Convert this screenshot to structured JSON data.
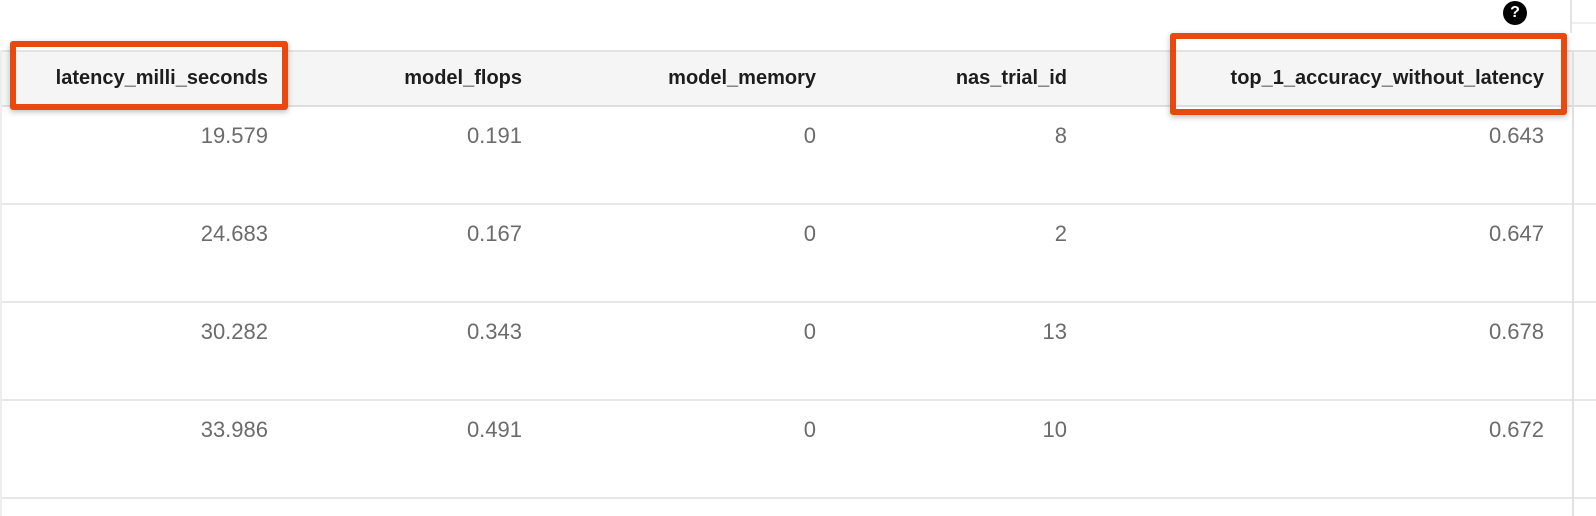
{
  "help": {
    "glyph": "?"
  },
  "table": {
    "columns": [
      {
        "label": "latency_milli_seconds",
        "highlighted": true
      },
      {
        "label": "model_flops",
        "highlighted": false
      },
      {
        "label": "model_memory",
        "highlighted": false
      },
      {
        "label": "nas_trial_id",
        "highlighted": false
      },
      {
        "label": "top_1_accuracy_without_latency",
        "highlighted": true
      }
    ],
    "rows": [
      [
        "19.579",
        "0.191",
        "0",
        "8",
        "0.643"
      ],
      [
        "24.683",
        "0.167",
        "0",
        "2",
        "0.647"
      ],
      [
        "30.282",
        "0.343",
        "0",
        "13",
        "0.678"
      ],
      [
        "33.986",
        "0.491",
        "0",
        "10",
        "0.672"
      ]
    ]
  },
  "colors": {
    "annotation_orange": "#e8490f",
    "header_background": "#f5f5f5",
    "row_separator": "#e7e7e7",
    "header_text": "#1d1d1d",
    "value_text": "#6b6b6b",
    "help_icon_background": "#000000"
  }
}
